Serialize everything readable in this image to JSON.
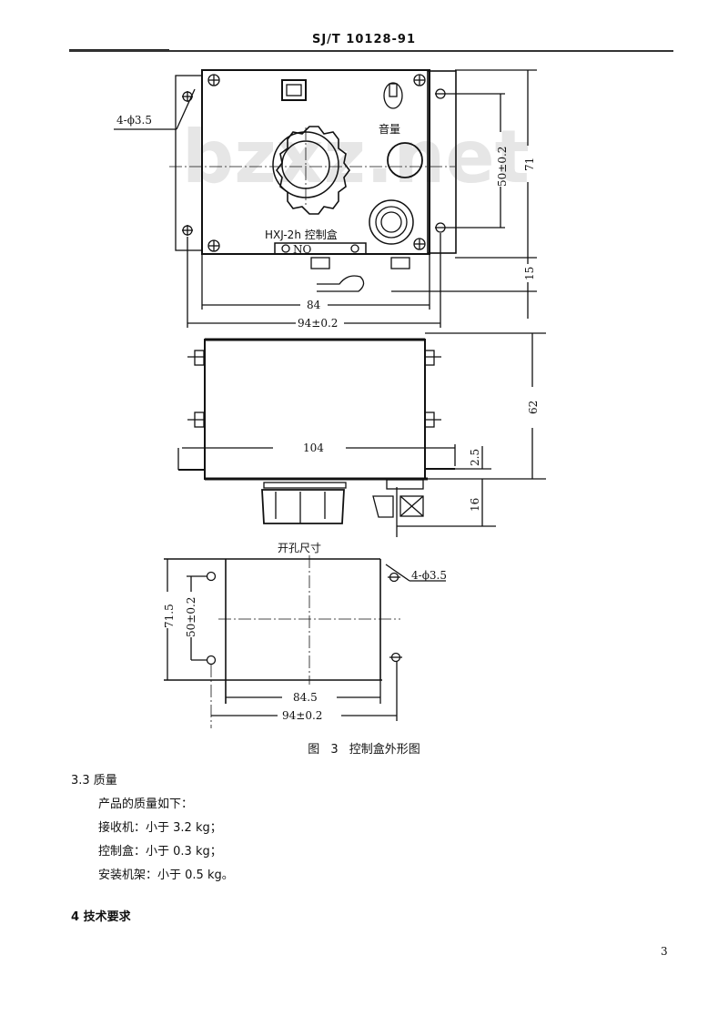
{
  "header": {
    "standard_code": "SJ/T 10128-91"
  },
  "watermark": "bzxz.net",
  "figure": {
    "top_view": {
      "label_holes": "4-ϕ3.5",
      "label_model": "HXJ-2h 控制盒",
      "label_plate": "NO",
      "label_volume": "音量",
      "dim_hole_spacing": "50±0.2",
      "dim_height": "71",
      "dim_bottom": "15",
      "dim_inner_width": "84",
      "dim_outer_width": "94±0.2"
    },
    "side_view": {
      "dim_width": "104",
      "dim_height": "62",
      "dim_flange": "2.5",
      "dim_knob": "16"
    },
    "cutout_view": {
      "title": "开孔尺寸",
      "label_holes": "4-ϕ3.5",
      "dim_height": "71.5",
      "dim_hole_spacing": "50±0.2",
      "dim_width": "84.5",
      "dim_outer_width": "94±0.2"
    },
    "caption": "图 3  控制盒外形图"
  },
  "section_3_3": {
    "title": "3.3  质量",
    "intro": "产品的质量如下：",
    "items": [
      "接收机：小于 3.2 kg；",
      "控制盒：小于 0.3 kg；",
      "安装机架：小于 0.5 kg。"
    ]
  },
  "section_4": {
    "title": "4   技术要求"
  },
  "page_number": "3"
}
